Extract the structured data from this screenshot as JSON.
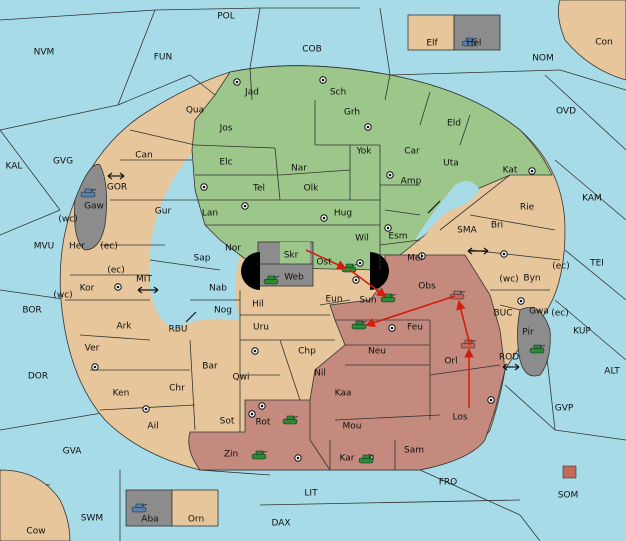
{
  "colors": {
    "water": "#a8dbe8",
    "neutral_land": "#e6c69a",
    "green_power": "#9cc68a",
    "red_power": "#c48a7e",
    "impassable": "#8c8c8c",
    "order_arrow": "#d21e0e",
    "green_unit": "#2e8a2e",
    "blue_unit": "#5a7fa8",
    "red_unit": "#c46a5a"
  },
  "sea_labels": {
    "POL": "POL",
    "NVM": "NVM",
    "FUN": "FUN",
    "COB": "COB",
    "NOM": "NOM",
    "OVD": "OVD",
    "KAL": "KAL",
    "GVG": "GVG",
    "KAM": "KAM",
    "SMA": "SMA",
    "TEI": "TEI",
    "MVU": "MVU",
    "MIT": "MIT",
    "BOR": "BOR",
    "RBU": "RBU",
    "KUP": "KUP",
    "DOR": "DOR",
    "ALT": "ALT",
    "GVP": "GVP",
    "GVA": "GVA",
    "FRO": "FRO",
    "LIT": "LIT",
    "SWM": "SWM",
    "DAX": "DAX"
  },
  "land_labels": {
    "Jad": "Jad",
    "Sch": "Sch",
    "Qua": "Qua",
    "Jos": "Jos",
    "Grh": "Grh",
    "Eld": "Eld",
    "Can": "Can",
    "Yok": "Yok",
    "Car": "Car",
    "Elc": "Elc",
    "Nar": "Nar",
    "Uta": "Uta",
    "Kat": "Kat",
    "Gaw": "Gaw",
    "GOR": "GOR",
    "Tel": "Tel",
    "Olk": "Olk",
    "Amp": "Amp",
    "Gur": "Gur",
    "Lan": "Lan",
    "Hug": "Hug",
    "Rie": "Rie",
    "Bri": "Bri",
    "Nor": "Nor",
    "Wil": "Wil",
    "Esm": "Esm",
    "Her": "Her",
    "Skr": "Skr",
    "Sap": "Sap",
    "Ost": "Ost",
    "Mel": "Mel",
    "Web": "Web",
    "Byn": "Byn",
    "Kor": "Kor",
    "Nab": "Nab",
    "Obs": "Obs",
    "Hil": "Hil",
    "Eun": "Eun",
    "Sun": "Sun",
    "Gwa": "Gwa",
    "Nog": "Nog",
    "BUC": "BUC",
    "Ark": "Ark",
    "Uru": "Uru",
    "Feu": "Feu",
    "Pir": "Pir",
    "Ver": "Ver",
    "Chp": "Chp",
    "Neu": "Neu",
    "Orl": "Orl",
    "Bar": "Bar",
    "ROD": "ROD",
    "Qwi": "Qwi",
    "Nil": "Nil",
    "Ken": "Ken",
    "Chr": "Chr",
    "Kaa": "Kaa",
    "Sot": "Sot",
    "Los": "Los",
    "Rot": "Rot",
    "Ail": "Ail",
    "Mou": "Mou",
    "Zin": "Zin",
    "Sam": "Sam",
    "Kar": "Kar",
    "SOM": "SOM",
    "Elf": "Elf",
    "Hel": "Hel",
    "Con": "Con",
    "Aba": "Aba",
    "Orn": "Orn",
    "Cow": "Cow"
  },
  "coast_labels": {
    "wc": "(wc)",
    "ec": "(ec)"
  }
}
